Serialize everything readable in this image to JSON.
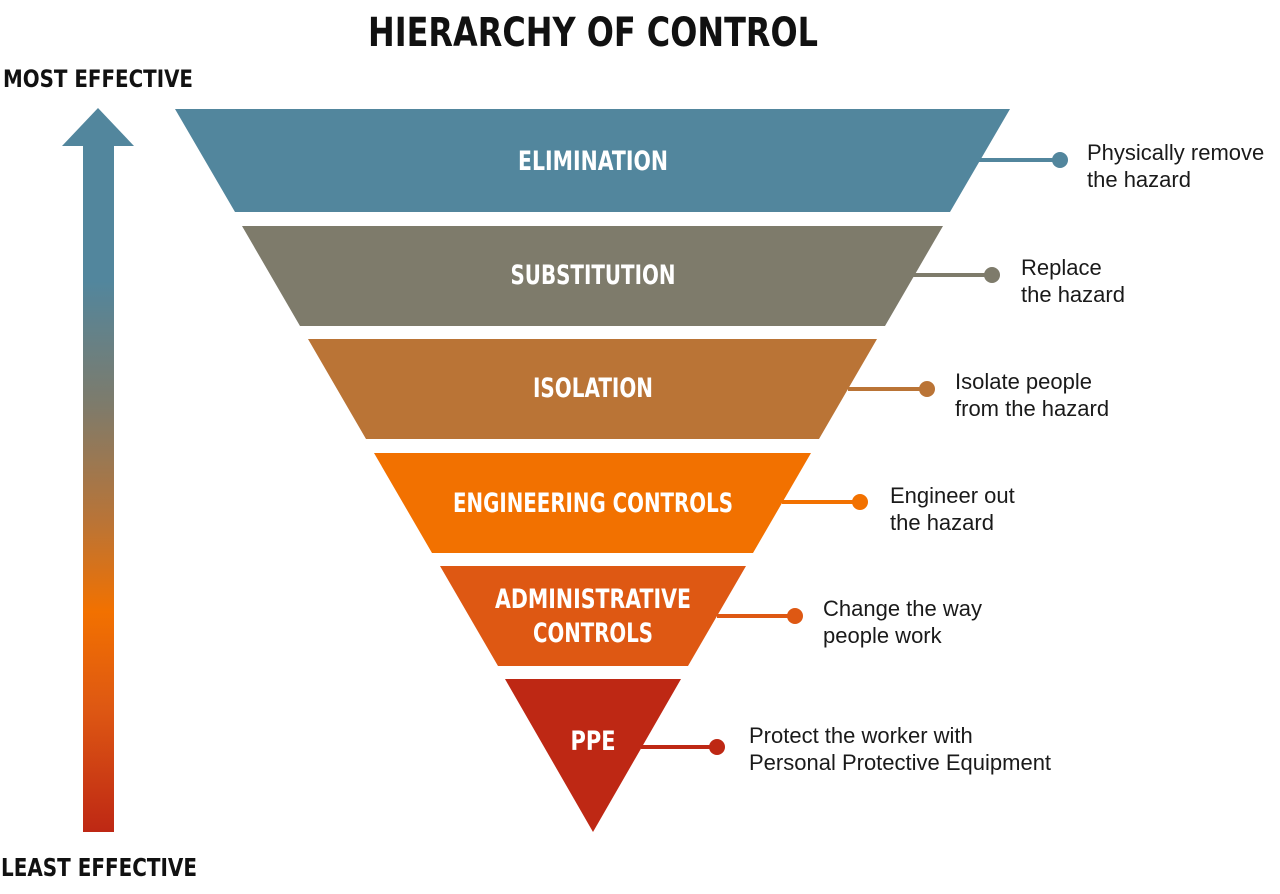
{
  "title": "HIERARCHY OF CONTROL",
  "scale": {
    "top_label": "MOST EFFECTIVE",
    "bottom_label": "LEAST EFFECTIVE"
  },
  "levels": [
    {
      "label_lines": [
        "ELIMINATION"
      ],
      "desc_lines": [
        "Physically remove",
        "the hazard"
      ],
      "color": "#52869D"
    },
    {
      "label_lines": [
        "SUBSTITUTION"
      ],
      "desc_lines": [
        "Replace",
        "the hazard"
      ],
      "color": "#7E7B6B"
    },
    {
      "label_lines": [
        "ISOLATION"
      ],
      "desc_lines": [
        "Isolate people",
        "from the hazard"
      ],
      "color": "#BA7436"
    },
    {
      "label_lines": [
        "ENGINEERING CONTROLS"
      ],
      "desc_lines": [
        "Engineer out",
        "the hazard"
      ],
      "color": "#F27100"
    },
    {
      "label_lines": [
        "ADMINISTRATIVE",
        "CONTROLS"
      ],
      "desc_lines": [
        "Change the way",
        "people work"
      ],
      "color": "#DE5813"
    },
    {
      "label_lines": [
        "PPE"
      ],
      "desc_lines": [
        "Protect the worker with",
        "Personal Protective Equipment"
      ],
      "color": "#BE2814"
    }
  ],
  "arrow_gradient": [
    "#52869D",
    "#7E7B6B",
    "#BA7436",
    "#F27100",
    "#DE5813",
    "#BE2814"
  ]
}
